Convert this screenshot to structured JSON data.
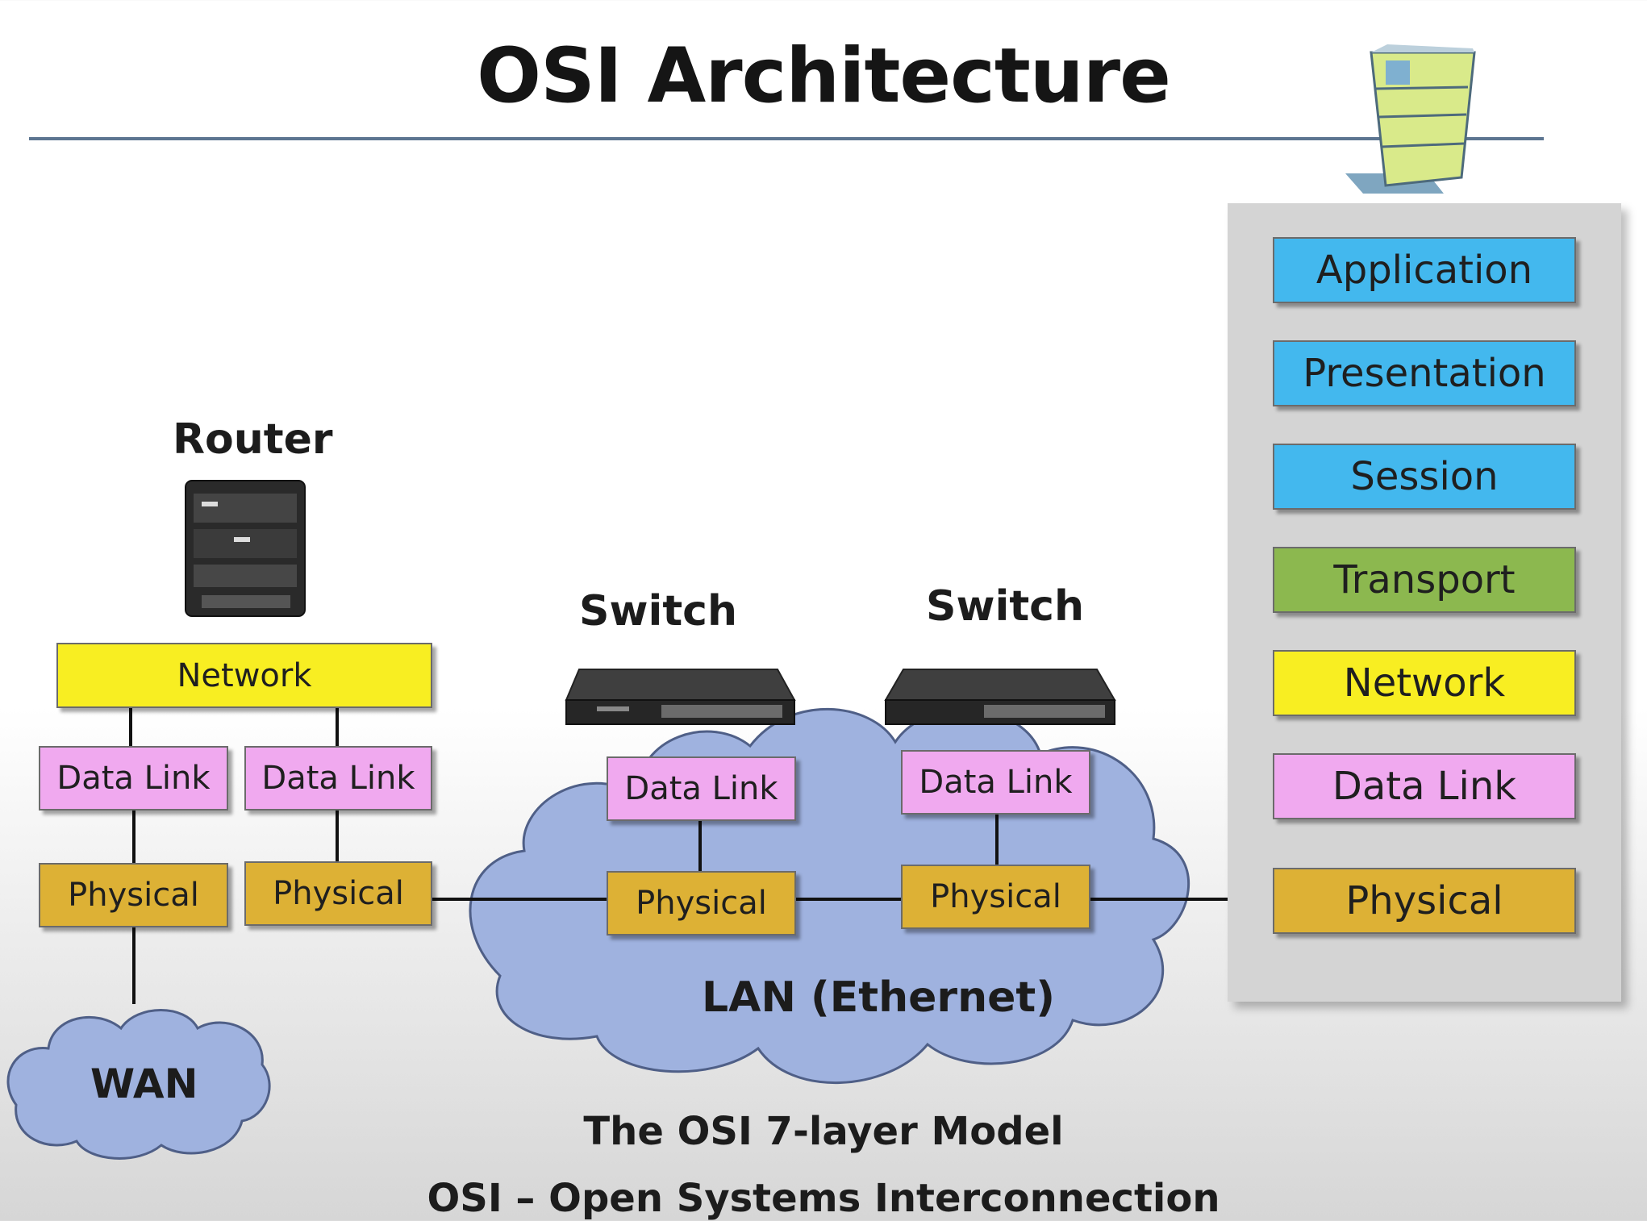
{
  "title": "OSI Architecture",
  "devices": {
    "router_label": "Router",
    "switch1_label": "Switch",
    "switch2_label": "Switch"
  },
  "router": {
    "network": "Network",
    "datalink_left": "Data Link",
    "datalink_right": "Data Link",
    "physical_left": "Physical",
    "physical_right": "Physical"
  },
  "switch1": {
    "datalink": "Data Link",
    "physical": "Physical"
  },
  "switch2": {
    "datalink": "Data Link",
    "physical": "Physical"
  },
  "host_stack": {
    "layers": [
      "Application",
      "Presentation",
      "Session",
      "Transport",
      "Network",
      "Data Link",
      "Physical"
    ]
  },
  "clouds": {
    "lan": "LAN (Ethernet)",
    "wan": "WAN"
  },
  "footer": {
    "model": "The OSI 7-layer Model",
    "expansion": "OSI – Open Systems Interconnection"
  },
  "colors": {
    "network": "#f8ee22",
    "data_link": "#f0a9ef",
    "physical": "#ddb135",
    "upper_layers": "#43b8ee",
    "transport": "#8cb84f",
    "cloud": "#9fb2df"
  }
}
